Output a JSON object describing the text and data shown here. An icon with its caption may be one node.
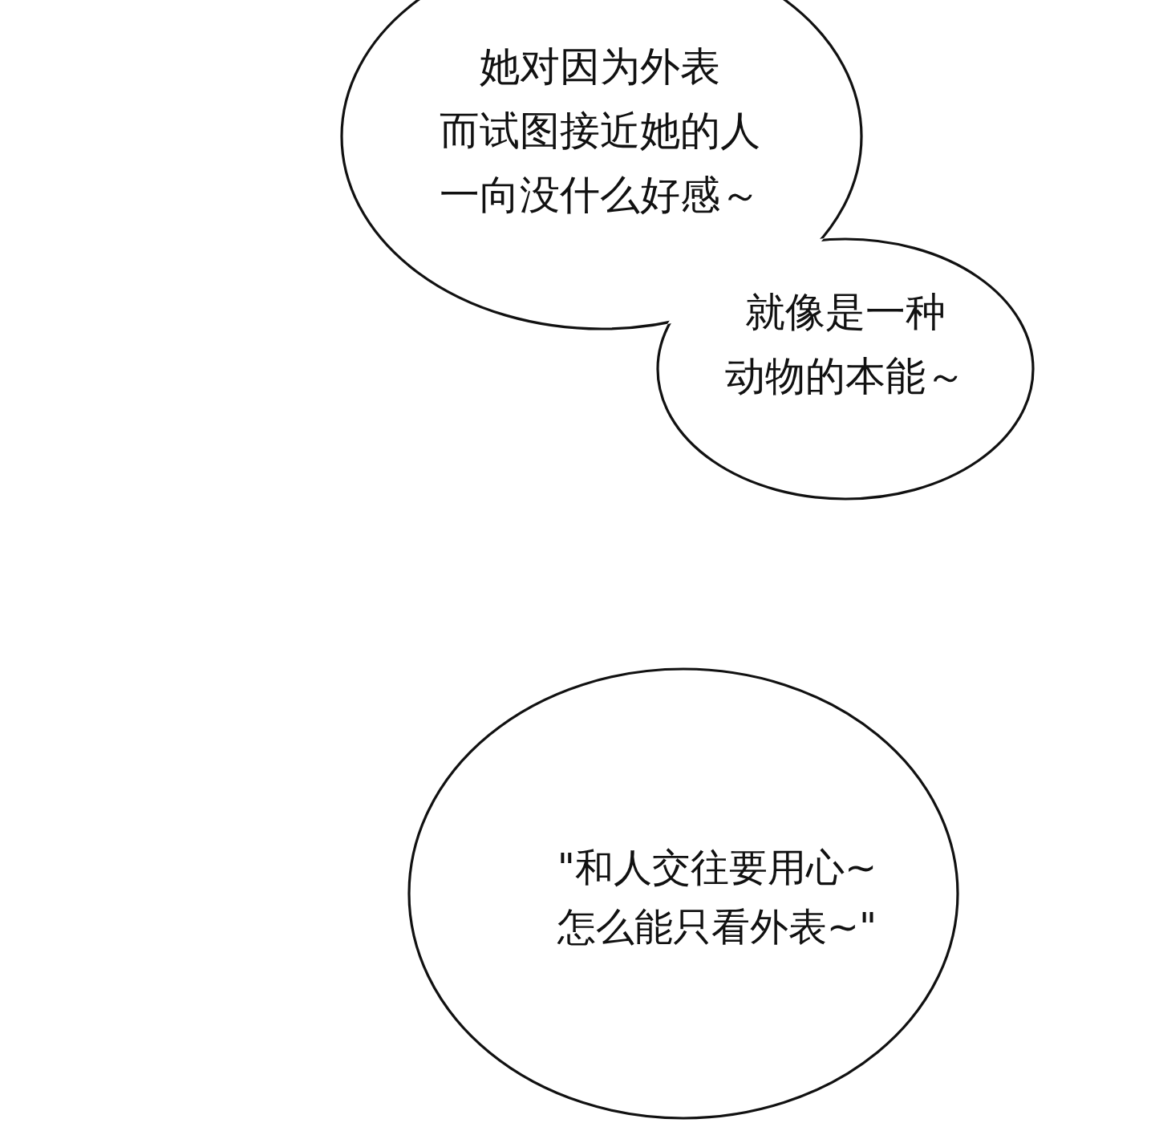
{
  "diagram": {
    "nodes": [
      {
        "text": [
          "她对因为外表而试图接近她的人一向没什么好感～"
        ]
      },
      {
        "text": [
          "就像是一种动物的本能～"
        ]
      },
      {
        "text": [
          "\"和人交往要用心~怎么能只看外表~\""
        ]
      }
    ]
  }
}
